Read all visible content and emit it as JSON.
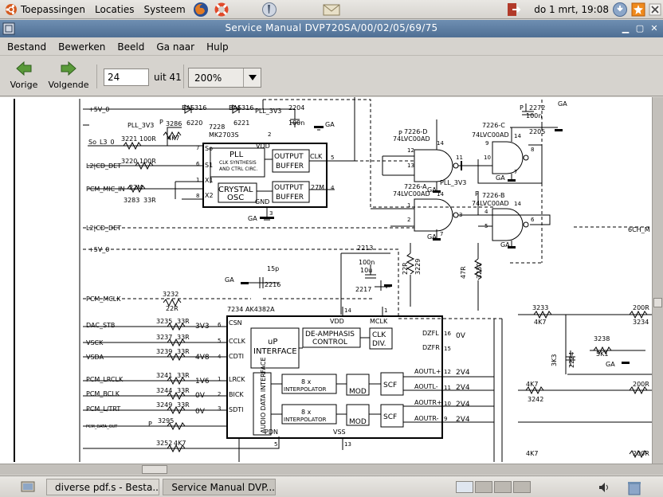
{
  "top_panel": {
    "menus": [
      {
        "label": "Toepassingen",
        "icon": "ubuntu-logo-icon"
      },
      {
        "label": "Locaties"
      },
      {
        "label": "Systeem"
      }
    ],
    "launchers": [
      "firefox-icon",
      "help-lifebuoy-icon",
      "pdf-viewer-icon",
      "mail-envelope-icon"
    ],
    "tray_icons": [
      "logout-icon",
      "update-notifier-icon",
      "volume-icon"
    ],
    "clock": "do 1 mrt, 19:08"
  },
  "window": {
    "title": "Service Manual DVP720SA/00/02/05/69/75",
    "menus": [
      "Bestand",
      "Bewerken",
      "Beeld",
      "Ga naar",
      "Hulp"
    ]
  },
  "toolbar": {
    "prev_label": "Vorige",
    "next_label": "Volgende",
    "page_value": "24",
    "page_of": "uit 41",
    "zoom_value": "200%"
  },
  "schematic": {
    "labels": {
      "v5": "+5V_0",
      "pll3v3": "PLL_3V3",
      "so_l3": "So_L3_0",
      "l2cd_det": "L2|CD_DET",
      "pcm_mic": "PCM_MIC_IN",
      "l2cd_det2": "L2|CD_DET",
      "v5b": "+5V_0",
      "pcm_mclk": "PCM_MCLK",
      "dac_stb": "DAC_STB",
      "vsck": "VSCK",
      "vsda": "VSDA",
      "pcm_lrclk": "PCM_LRCLK",
      "pcm_bclk": "PCM_BCLK",
      "pcm_ltrt": "PCM_L/TRT",
      "pcm_dat": "PCM_DATA_OUT",
      "six_ch": "6CH_M",
      "ga": "GA"
    },
    "components": {
      "bas1": "BAS316",
      "bas1_ref": "6220",
      "bas2": "BAS316",
      "bas2_ref": "6221",
      "pll_3v3_top": "PLL_3V3",
      "c2204": "2204",
      "c2204_val": "100n",
      "r3286": "3286",
      "r3286_val": "4K7",
      "ic7228": "7228",
      "ic7228_type": "MK2703S",
      "r3221": "3221",
      "r3221_val": "100R",
      "r3220": "3220",
      "r3220_val": "100R",
      "r3283": "3283",
      "r3283_val": "33R",
      "r_22m": "22M",
      "pll_block": "PLL",
      "pll_sub": "CLK SYNTHESIS",
      "pll_sub2": "AND CTRL CIRC.",
      "crystal": "CRYSTAL",
      "osc": "OSC",
      "output": "OUTPUT",
      "buffer": "BUFFER",
      "clk": "CLK",
      "vdd": "VDD",
      "gnd": "GND",
      "mhz": "27M",
      "so": "So",
      "s1": "S1",
      "x1": "X1",
      "x2": "X2",
      "u7226d": "7226-D",
      "u7226a": "7226-A",
      "u7226b": "7226-B",
      "u7226c": "7226-C",
      "gate_type": "74LVC00AD",
      "c2272": "2272",
      "c2272_val": "100n",
      "c2205": "2205",
      "c2213": "2213",
      "c2213_val": "100n",
      "c2217": "2217",
      "c2217_val": "10u",
      "c2216": "2216",
      "c2216_val": "15p",
      "r3229": "3229",
      "r3229_val": "22R",
      "r3230": "3230",
      "r3230_val": "47R",
      "r3232": "3232",
      "r3232_val": "22R",
      "ic7234": "7234",
      "ic7234_type": "AK4382A",
      "up_iface": "uP",
      "up_iface2": "INTERFACE",
      "deemph": "DE-AMPHASIS",
      "deemph2": "CONTROL",
      "clk_div": "CLK",
      "clk_div2": "DIV.",
      "interp": "8 x",
      "interp2": "INTERPOLATOR",
      "mod": "MOD",
      "scf": "SCF",
      "audio_iface": "AUDIO DATA INTERFACE",
      "csn": "CSN",
      "cclk": "CCLK",
      "cdti": "CDTI",
      "lrck": "LRCK",
      "bick": "BICK",
      "sdti": "SDTI",
      "pdn": "PDN",
      "vss": "VSS",
      "mclk": "MCLK",
      "dzfl": "DZFL",
      "dzfr": "DZFR",
      "aoutl_p": "AOUTL+",
      "aoutl_m": "AOUTL-",
      "aoutr_p": "AOUTR+",
      "aoutr_m": "AOUTR-",
      "v3v3": "3V3",
      "v4v8": "4V8",
      "v1v6": "1V6",
      "v0v": "0V",
      "v2v4": "2V4",
      "r3235": "3235",
      "r3237": "3237",
      "r3239": "3239",
      "r3241": "3241",
      "r3244": "3244",
      "r3249": "3249",
      "r3295": "3295",
      "r3252": "3252",
      "r33": "33R",
      "r4k7": "4K7",
      "r3233": "3233",
      "r3234": "3234",
      "r3238": "3238",
      "r3238_val": "5K1",
      "r3242": "3242",
      "c2224": "2224",
      "c3k3": "3K3",
      "r200": "200R",
      "p": "P"
    },
    "pins": {
      "p2": "2",
      "p5": "5",
      "p6": "6",
      "p7": "7",
      "p8": "8",
      "p1": "1",
      "p3": "3",
      "p4": "4",
      "p9": "9",
      "p10": "10",
      "p11": "11",
      "p12": "12",
      "p13": "13",
      "p14": "14",
      "p15": "15",
      "p16": "16"
    }
  },
  "taskbar": {
    "tasks": [
      {
        "label": "diverse pdf.s - Besta...",
        "icon": "folder-icon",
        "active": false
      },
      {
        "label": "Service Manual DVP...",
        "icon": "pdf-viewer-icon",
        "active": true
      }
    ]
  }
}
